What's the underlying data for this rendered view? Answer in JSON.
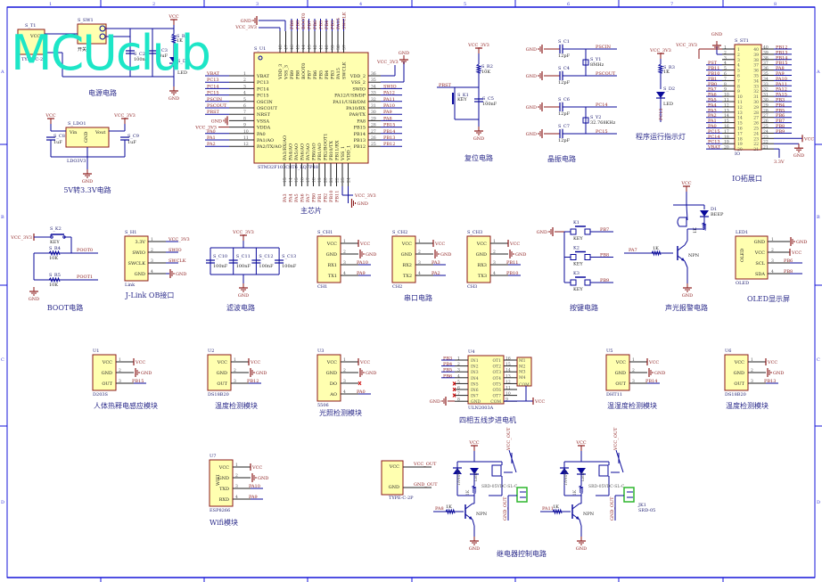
{
  "watermark": "MCUclub",
  "border": {
    "columns": [
      "1",
      "2",
      "3",
      "4",
      "5",
      "6",
      "7",
      "8"
    ],
    "rows": [
      "A",
      "B",
      "C",
      "D"
    ]
  },
  "colors": {
    "wire": "#0a0a9a",
    "net": "#8b1a1a",
    "body": "#ffffb0",
    "body_stroke": "#8b1a1a",
    "border": "#1515d8",
    "caption": "#2a2a8a",
    "watermark": "#1de6c7",
    "relay_conn": "#2db52d"
  },
  "blocks": {
    "power": {
      "caption": "电源电路",
      "ref_t1": "S_T1",
      "t1_pin": "VCC",
      "t1_name": "TYPE-C-2P",
      "ref_sw": "S_SW1",
      "sw_name": "开关",
      "vcc": "VCC",
      "gnd": "GND",
      "c2_ref": "S_C2",
      "c2_val": "100nF",
      "c3_ref": "S_C3",
      "c3_val": "10uF",
      "r1_ref": "S_R1",
      "r1_val": "1K",
      "d1_ref": "S_D1",
      "d1_val": "LED"
    },
    "ldo": {
      "caption": "5V转3.3V电路",
      "ref": "S_LDO1",
      "pin_in": "Vin",
      "pin_out": "Vout",
      "pin_gnd": "GND",
      "part": "LDO3V3",
      "vcc": "VCC",
      "vcc3": "VCC_3V3",
      "gnd": "GND",
      "c8_ref": "S_C8",
      "c8_val": "1uF",
      "c9_ref": "S_C9",
      "c9_val": "1uF"
    },
    "mcu": {
      "caption": "主芯片",
      "ref": "S_U1",
      "part": "STM32F103C8T6_LQFP48",
      "gnd": "GND",
      "vcc3": "VCC_3V3",
      "left_pins": [
        {
          "num": "1",
          "name": "VBAT",
          "net": "VBAT"
        },
        {
          "num": "2",
          "name": "PC13",
          "net": "PC13"
        },
        {
          "num": "3",
          "name": "PC14",
          "net": "PC14"
        },
        {
          "num": "4",
          "name": "PC15",
          "net": "PC15"
        },
        {
          "num": "5",
          "name": "OSCIN",
          "net": "PSCIN"
        },
        {
          "num": "6",
          "name": "OSCOUT",
          "net": "PSCOUT"
        },
        {
          "num": "7",
          "name": "NRST",
          "net": "PRST"
        },
        {
          "num": "8",
          "name": "VSSA",
          "net": "GND"
        },
        {
          "num": "9",
          "name": "VDDA",
          "net": "VCC_3V3"
        },
        {
          "num": "10",
          "name": "PA0",
          "net": "PA0"
        },
        {
          "num": "11",
          "name": "PA1/AO",
          "net": "PA1"
        },
        {
          "num": "12",
          "name": "PA2/TX/AO",
          "net": "PA2"
        }
      ],
      "right_pins": [
        {
          "num": "36",
          "name": "VDD_2",
          "net": ""
        },
        {
          "num": "35",
          "name": "VSS_2",
          "net": ""
        },
        {
          "num": "34",
          "name": "SWIO",
          "net": "SWIO"
        },
        {
          "num": "33",
          "name": "PA12/USB/DP",
          "net": "PA12"
        },
        {
          "num": "32",
          "name": "PA11/USB/DM",
          "net": "PA11"
        },
        {
          "num": "31",
          "name": "PA10/RX",
          "net": "PA10"
        },
        {
          "num": "30",
          "name": "PA9/TX",
          "net": "PA9"
        },
        {
          "num": "29",
          "name": "PA8",
          "net": "PA8"
        },
        {
          "num": "28",
          "name": "PB15",
          "net": "PB15"
        },
        {
          "num": "27",
          "name": "PB14",
          "net": "PB14"
        },
        {
          "num": "26",
          "name": "PB13",
          "net": "PB13"
        },
        {
          "num": "25",
          "name": "PB12",
          "net": "PB12"
        }
      ],
      "top_pins": [
        {
          "num": "48",
          "name": "VDD_3",
          "net": ""
        },
        {
          "num": "47",
          "name": "VSS_3",
          "net": ""
        },
        {
          "num": "46",
          "name": "PB9",
          "net": "PB9"
        },
        {
          "num": "45",
          "name": "PB8",
          "net": "PB8"
        },
        {
          "num": "44",
          "name": "BOOT0",
          "net": "BOOT0"
        },
        {
          "num": "43",
          "name": "PB7",
          "net": "PB7"
        },
        {
          "num": "42",
          "name": "PB6",
          "net": "PB6"
        },
        {
          "num": "41",
          "name": "PB5",
          "net": "PB5"
        },
        {
          "num": "40",
          "name": "PB4",
          "net": "PB4"
        },
        {
          "num": "39",
          "name": "PB3",
          "net": "PB3"
        },
        {
          "num": "38",
          "name": "PA15",
          "net": "PA15"
        },
        {
          "num": "37",
          "name": "SWCLK",
          "net": "SWCLK"
        }
      ],
      "bottom_pins": [
        {
          "num": "13",
          "name": "PA3/RX/AO",
          "net": "PA3"
        },
        {
          "num": "14",
          "name": "PA4/AO",
          "net": "PA4"
        },
        {
          "num": "15",
          "name": "PA5/AO",
          "net": "PA5"
        },
        {
          "num": "16",
          "name": "PA6/AO",
          "net": "PA6"
        },
        {
          "num": "17",
          "name": "PA7/AO",
          "net": "PA7"
        },
        {
          "num": "18",
          "name": "PB0/AO",
          "net": "PB0"
        },
        {
          "num": "19",
          "name": "PB1/AO",
          "net": "PB1"
        },
        {
          "num": "20",
          "name": "PB2/BOOT1",
          "net": "PB2"
        },
        {
          "num": "21",
          "name": "PB10/TX",
          "net": "PB10"
        },
        {
          "num": "22",
          "name": "PB11/RX",
          "net": "PB11"
        },
        {
          "num": "23",
          "name": "VSS_1",
          "net": ""
        },
        {
          "num": "24",
          "name": "VDD_1",
          "net": ""
        }
      ]
    },
    "reset": {
      "caption": "复位电路",
      "vcc3": "VCC_3V3",
      "net": "PRST",
      "gnd": "GND",
      "r_ref": "S_R2",
      "r_val": "10K",
      "k_ref": "S_K1",
      "k_val": "KEY",
      "c_ref": "S_C5",
      "c_val": "100nF"
    },
    "crystal": {
      "caption": "晶振电路",
      "rows": [
        {
          "cref": "S_C1",
          "cval": "12pF",
          "net": "PSCIN"
        },
        {
          "cref": "S_C4",
          "cval": "12pF",
          "net": "PSCOUT"
        },
        {
          "cref": "S_C6",
          "cval": "12pF",
          "net": "PC14"
        },
        {
          "cref": "S_C7",
          "cval": "12pF",
          "net": "PC15"
        }
      ],
      "y1_ref": "S_Y1",
      "y1_val": "8MHz",
      "y2_ref": "S_Y2",
      "y2_val": "32.768KHz",
      "gnd": "GND"
    },
    "run_led": {
      "caption": "程序运行指示灯",
      "vcc3": "VCC_3V3",
      "r_ref": "S_R3",
      "r_val": "1K",
      "d_ref": "S_D2",
      "d_val": "LED",
      "net": "PC13"
    },
    "io": {
      "caption": "IO拓展口",
      "ref": "S_ST1",
      "part": "IO",
      "vcc3": "VCC_3V3",
      "gnd": "GND",
      "vcc": "VCC",
      "v33": "3.3V",
      "left": [
        {
          "n": "1",
          "net": "VCC_3V3"
        },
        {
          "n": "2",
          "net": "GND"
        },
        {
          "n": "3",
          "net": ""
        },
        {
          "n": "4",
          "net": "PST"
        },
        {
          "n": "5",
          "net": "PB11"
        },
        {
          "n": "6",
          "net": "PB10"
        },
        {
          "n": "7",
          "net": "PB1"
        },
        {
          "n": "8",
          "net": "PB0"
        },
        {
          "n": "9",
          "net": "PA7"
        },
        {
          "n": "10",
          "net": "PA6"
        },
        {
          "n": "11",
          "net": "PA5"
        },
        {
          "n": "12",
          "net": "PA4"
        },
        {
          "n": "13",
          "net": "PA3"
        },
        {
          "n": "14",
          "net": "PA2"
        },
        {
          "n": "15",
          "net": "PA1"
        },
        {
          "n": "16",
          "net": "PA0"
        },
        {
          "n": "17",
          "net": "PC15"
        },
        {
          "n": "18",
          "net": "PC14"
        },
        {
          "n": "19",
          "net": "PC13"
        },
        {
          "n": "20",
          "net": "VBAT"
        }
      ],
      "right": [
        {
          "n": "40",
          "net": "PB12"
        },
        {
          "n": "39",
          "net": "PB13"
        },
        {
          "n": "38",
          "net": "PB14"
        },
        {
          "n": "37",
          "net": "PB15"
        },
        {
          "n": "36",
          "net": "PA8"
        },
        {
          "n": "35",
          "net": "PA9"
        },
        {
          "n": "34",
          "net": "PA10"
        },
        {
          "n": "33",
          "net": "PA11"
        },
        {
          "n": "32",
          "net": "PA12"
        },
        {
          "n": "31",
          "net": "PA15"
        },
        {
          "n": "30",
          "net": "PB3"
        },
        {
          "n": "29",
          "net": "PB4"
        },
        {
          "n": "28",
          "net": "PB5"
        },
        {
          "n": "27",
          "net": "PB6"
        },
        {
          "n": "26",
          "net": "PB7"
        },
        {
          "n": "25",
          "net": "PB8"
        },
        {
          "n": "24",
          "net": "PB9"
        },
        {
          "n": "23",
          "net": "VCC"
        },
        {
          "n": "22",
          "net": "GND"
        },
        {
          "n": "21",
          "net": "3.3V"
        }
      ]
    },
    "boot": {
      "caption": "BOOT电路",
      "vcc3": "VCC_3V3",
      "k_ref": "S_K2",
      "k_val": "KEY",
      "r4_ref": "S_R4",
      "r4_val": "10K",
      "r5_ref": "S_R5",
      "r5_val": "10K",
      "net0": "POOT0",
      "net1": "POOT1",
      "gnd": "GND"
    },
    "jlink": {
      "caption": "J-Link OB接口",
      "ref": "S_H1",
      "part": "Link",
      "pins": [
        {
          "n": "1",
          "name": "3.3V",
          "net": "VCC_3V3"
        },
        {
          "n": "2",
          "name": "SWIO",
          "net": "SWIO"
        },
        {
          "n": "3",
          "name": "SWCLK",
          "net": "SWCLK"
        },
        {
          "n": "4",
          "name": "GND",
          "net": "GND"
        }
      ]
    },
    "filter": {
      "caption": "滤波电路",
      "vcc3": "VCC_3V3",
      "gnd": "GND",
      "caps": [
        {
          "ref": "S_C10",
          "val": "100nF"
        },
        {
          "ref": "S_C11",
          "val": "100nF"
        },
        {
          "ref": "S_C12",
          "val": "100nF"
        },
        {
          "ref": "S_C13",
          "val": "100nF"
        }
      ]
    },
    "uart": {
      "caption": "串口电路",
      "modules": [
        {
          "ref": "S_CH1",
          "part": "CH1",
          "pins": [
            {
              "n": "1",
              "name": "VCC",
              "net": "VCC"
            },
            {
              "n": "2",
              "name": "GND",
              "net": "GND"
            },
            {
              "n": "3",
              "name": "RX1",
              "net": "PA10"
            },
            {
              "n": "4",
              "name": "TX1",
              "net": "PA9"
            }
          ]
        },
        {
          "ref": "S_CH2",
          "part": "CH2",
          "pins": [
            {
              "n": "1",
              "name": "VCC",
              "net": "VCC"
            },
            {
              "n": "2",
              "name": "GND",
              "net": "GND"
            },
            {
              "n": "3",
              "name": "RX2",
              "net": "PA3"
            },
            {
              "n": "4",
              "name": "TX2",
              "net": "PA2"
            }
          ]
        },
        {
          "ref": "S_CH3",
          "part": "CH3",
          "pins": [
            {
              "n": "1",
              "name": "VCC",
              "net": "VCC"
            },
            {
              "n": "2",
              "name": "GND",
              "net": "GND"
            },
            {
              "n": "3",
              "name": "RX3",
              "net": "PB11"
            },
            {
              "n": "4",
              "name": "TX3",
              "net": "PB10"
            }
          ]
        }
      ]
    },
    "keys": {
      "caption": "按键电路",
      "gnd": "GND",
      "keys": [
        {
          "ref": "K1",
          "val": "KEY",
          "net": "PB7"
        },
        {
          "ref": "K2",
          "val": "KEY",
          "net": "PB8"
        },
        {
          "ref": "K3",
          "val": "KEY",
          "net": "PB9"
        }
      ]
    },
    "buzzer": {
      "caption": "声光报警电路",
      "vcc": "VCC",
      "gnd": "GND",
      "net": "PA7",
      "r_val": "1K",
      "q": "NPN",
      "d_ref": "D1",
      "d_val": "BEEP",
      "r2_val": "1K"
    },
    "oled": {
      "caption": "OLED显示屏",
      "ref": "LED1",
      "part": "OLED",
      "inner": "OLED",
      "pins": [
        {
          "n": "1",
          "name": "GND",
          "net": "GND"
        },
        {
          "n": "2",
          "name": "VCC",
          "net": "VCC"
        },
        {
          "n": "3",
          "name": "SCL",
          "net": "PB6"
        },
        {
          "n": "4",
          "name": "SDA",
          "net": "PB8"
        }
      ]
    },
    "sensors": [
      {
        "caption": "人体热释电感应模块",
        "ref": "U1",
        "part": "D203S",
        "pins": [
          {
            "n": "1",
            "name": "VCC",
            "net": "VCC"
          },
          {
            "n": "2",
            "name": "GND",
            "net": "GND"
          },
          {
            "n": "3",
            "name": "OUT",
            "net": "PB15"
          }
        ]
      },
      {
        "caption": "温度检测模块",
        "ref": "U2",
        "part": "DS18B20",
        "pins": [
          {
            "n": "1",
            "name": "VCC",
            "net": "VCC"
          },
          {
            "n": "2",
            "name": "GND",
            "net": "GND"
          },
          {
            "n": "3",
            "name": "OUT",
            "net": "PB12"
          }
        ]
      },
      {
        "caption": "光照检测模块",
        "ref": "U3",
        "part": "5506",
        "pins": [
          {
            "n": "1",
            "name": "VCC",
            "net": "VCC"
          },
          {
            "n": "2",
            "name": "GND",
            "net": "GND"
          },
          {
            "n": "3",
            "name": "DO",
            "net": ""
          },
          {
            "n": "4",
            "name": "AO",
            "net": "PA0"
          }
        ]
      },
      {
        "caption": "温湿度检测模块",
        "ref": "U5",
        "part": "DHT11",
        "pins": [
          {
            "n": "1",
            "name": "VCC",
            "net": "VCC"
          },
          {
            "n": "2",
            "name": "GND",
            "net": "GND"
          },
          {
            "n": "3",
            "name": "OUT",
            "net": "PB14"
          }
        ]
      },
      {
        "caption": "温度检测模块",
        "ref": "U6",
        "part": "DS18B20",
        "pins": [
          {
            "n": "1",
            "name": "VCC",
            "net": "VCC"
          },
          {
            "n": "2",
            "name": "GND",
            "net": "GND"
          },
          {
            "n": "3",
            "name": "OUT",
            "net": "PB13"
          }
        ]
      }
    ],
    "stepper": {
      "caption": "四相五线步进电机",
      "ref": "U4",
      "part": "ULN2003A",
      "gnd": "GND",
      "vcc": "VCC",
      "left": [
        {
          "n": "1",
          "name": "IN1",
          "net": "PB3"
        },
        {
          "n": "2",
          "name": "IN2",
          "net": "PB4"
        },
        {
          "n": "3",
          "name": "IN3",
          "net": "PB5"
        },
        {
          "n": "4",
          "name": "IN4",
          "net": "PB6"
        },
        {
          "n": "5",
          "name": "IN5",
          "net": ""
        },
        {
          "n": "6",
          "name": "IN6",
          "net": ""
        },
        {
          "n": "7",
          "name": "IN7",
          "net": ""
        },
        {
          "n": "8",
          "name": "GND",
          "net": "GND"
        }
      ],
      "right": [
        {
          "n": "16",
          "name": "OT1"
        },
        {
          "n": "15",
          "name": "OT2"
        },
        {
          "n": "14",
          "name": "OT3"
        },
        {
          "n": "13",
          "name": "OT4"
        },
        {
          "n": "12",
          "name": "OT5"
        },
        {
          "n": "11",
          "name": "OT6"
        },
        {
          "n": "10",
          "name": "OT7"
        },
        {
          "n": "9",
          "name": "COM"
        }
      ],
      "motor": [
        "M1",
        "M2",
        "M3",
        "M4",
        "COM"
      ]
    },
    "wifi": {
      "caption": "Wifi模块",
      "ref": "U7",
      "part": "ESP8266",
      "inner": "WIFI",
      "pins": [
        {
          "n": "1",
          "name": "VCC",
          "net": "VCC"
        },
        {
          "n": "2",
          "name": "GND",
          "net": "GND"
        },
        {
          "n": "3",
          "name": "TXD",
          "net": "PA10"
        },
        {
          "n": "4",
          "name": "RXD",
          "net": "PA9"
        }
      ]
    },
    "typec": {
      "ref": "",
      "part": "TYPE-C-2P",
      "pin_vcc": "VCC",
      "pin_gnd": "GND",
      "net_vcc": "VCC_OUT",
      "net_gnd": "GND_OUT",
      "pin_vcc_side": "VCC",
      "pin_gnd_side": "GND"
    },
    "relay": {
      "caption": "继电器控制电路",
      "units": [
        {
          "net": "PA8",
          "r_val": "1K",
          "q": "NPN",
          "vcc": "VCC",
          "gnd": "GND",
          "relay": "SRD-05VDC-SL-C",
          "diode": "1N4007",
          "led": "LED",
          "r2": "1K",
          "vcc_out": "VCC_OUT",
          "gnd_out": "GND_OUT",
          "conn": ""
        },
        {
          "net": "PA11",
          "r_val": "1K",
          "q": "NPN",
          "vcc": "VCC",
          "gnd": "GND",
          "relay": "SRD-05VDC-SL-C",
          "diode": "1N4007",
          "led": "LED",
          "r2": "1K",
          "vcc_out": "VCC_OUT",
          "gnd_out": "GND_OUT",
          "conn": "JK1",
          "conn_part": "SRD-05"
        }
      ]
    }
  }
}
